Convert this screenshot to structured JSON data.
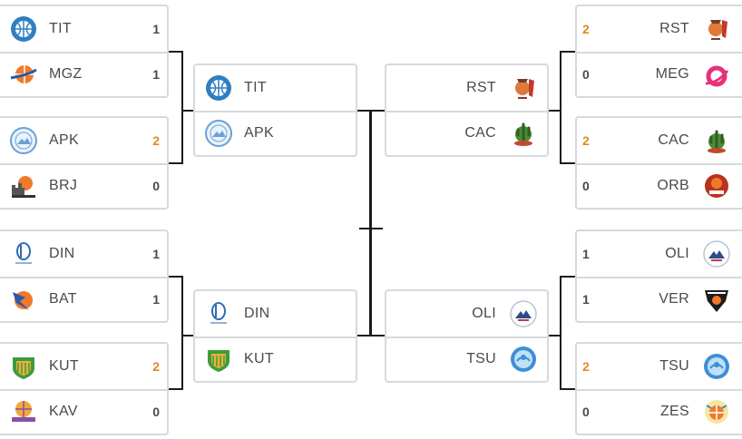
{
  "colors": {
    "winner_score": "#e08a1e",
    "text": "#4a4a4a",
    "box_border": "#d6d9dd",
    "connector": "#1c1c1c"
  },
  "bracket": {
    "left": {
      "quarterfinals": [
        {
          "team1": {
            "code": "TIT",
            "score": "1",
            "logo": "basketball-blue-logo"
          },
          "team2": {
            "code": "MGZ",
            "score": "1",
            "logo": "basketball-orange-blue-logo"
          }
        },
        {
          "team1": {
            "code": "APK",
            "score": "2",
            "logo": "circle-blue-mountain-logo",
            "winner": true
          },
          "team2": {
            "code": "BRJ",
            "score": "0",
            "logo": "fortress-logo"
          }
        },
        {
          "team1": {
            "code": "DIN",
            "score": "1",
            "logo": "dinamo-d-logo"
          },
          "team2": {
            "code": "BAT",
            "score": "1",
            "logo": "bird-logo"
          }
        },
        {
          "team1": {
            "code": "KUT",
            "score": "2",
            "logo": "green-shield-logo",
            "winner": true
          },
          "team2": {
            "code": "KAV",
            "score": "0",
            "logo": "purple-ball-logo"
          }
        }
      ],
      "semifinals": [
        {
          "team1": {
            "code": "TIT",
            "logo": "basketball-blue-logo"
          },
          "team2": {
            "code": "APK",
            "logo": "circle-blue-mountain-logo"
          }
        },
        {
          "team1": {
            "code": "DIN",
            "logo": "dinamo-d-logo"
          },
          "team2": {
            "code": "KUT",
            "logo": "green-shield-logo"
          }
        }
      ]
    },
    "right": {
      "quarterfinals": [
        {
          "team1": {
            "code": "RST",
            "score": "2",
            "logo": "tower-logo",
            "winner": true
          },
          "team2": {
            "code": "MEG",
            "score": "0",
            "logo": "pink-a-logo"
          }
        },
        {
          "team1": {
            "code": "CAC",
            "score": "2",
            "logo": "cactus-logo",
            "winner": true
          },
          "team2": {
            "code": "ORB",
            "score": "0",
            "logo": "orbeli-logo"
          }
        },
        {
          "team1": {
            "code": "OLI",
            "score": "1",
            "logo": "oli-mountain-logo"
          },
          "team2": {
            "code": "VER",
            "score": "1",
            "logo": "black-orange-badge-logo"
          }
        },
        {
          "team1": {
            "code": "TSU",
            "score": "2",
            "logo": "blue-ball-logo",
            "winner": true
          },
          "team2": {
            "code": "ZES",
            "score": "0",
            "logo": "colorful-ball-logo"
          }
        }
      ],
      "semifinals": [
        {
          "team1": {
            "code": "RST",
            "logo": "tower-logo"
          },
          "team2": {
            "code": "CAC",
            "logo": "cactus-logo"
          }
        },
        {
          "team1": {
            "code": "OLI",
            "logo": "oli-mountain-logo"
          },
          "team2": {
            "code": "TSU",
            "logo": "blue-ball-logo"
          }
        }
      ]
    }
  }
}
